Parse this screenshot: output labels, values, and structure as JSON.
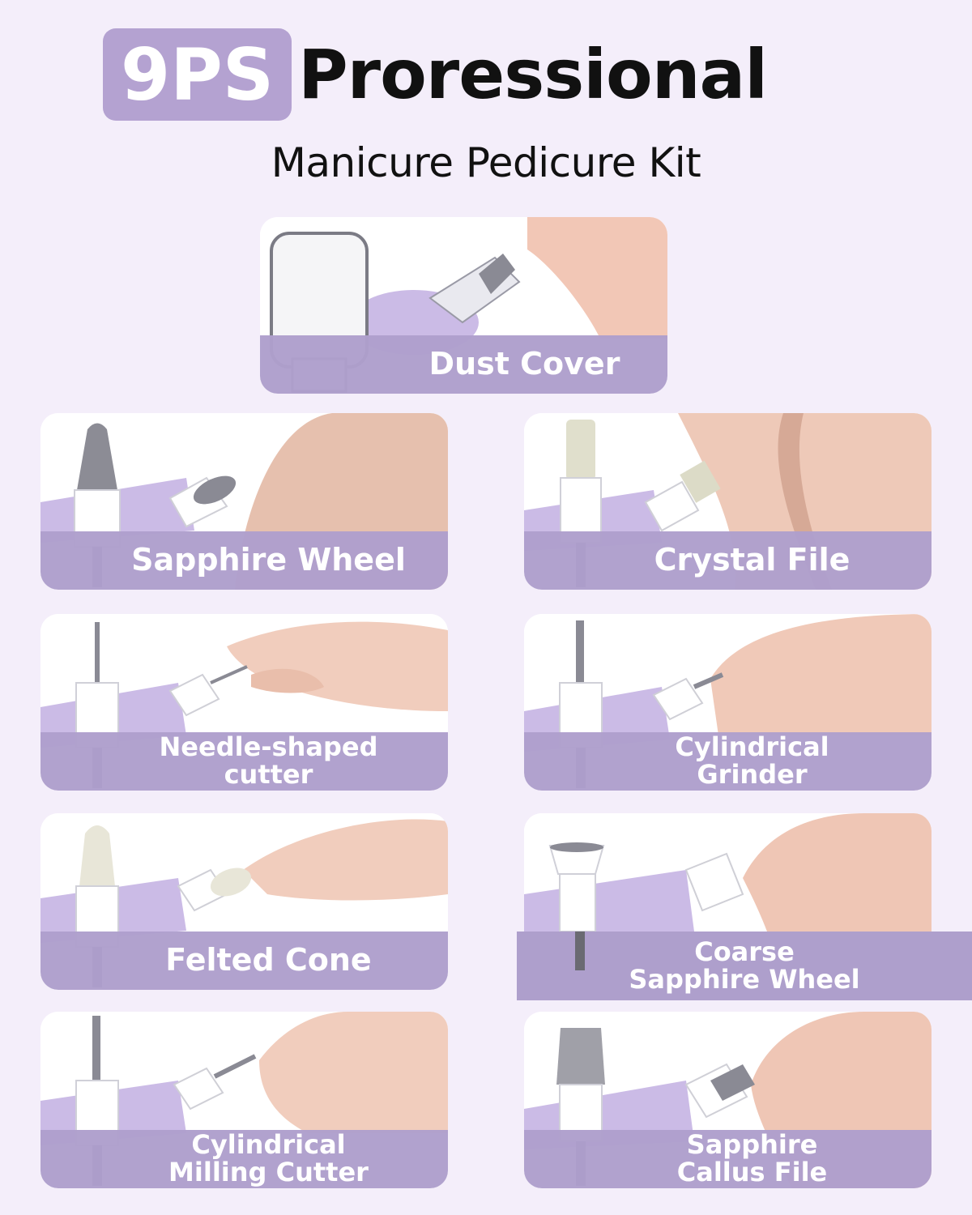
{
  "header": {
    "badge": "9PS",
    "title": "Proressional",
    "subtitle": "Manicure Pedicure Kit"
  },
  "cards": {
    "dust_cover": "Dust Cover",
    "sapphire_wheel": "Sapphire Wheel",
    "crystal_file": "Crystal File",
    "needle_cutter": {
      "line1": "Needle-shaped",
      "line2": "cutter"
    },
    "cylindrical_grinder": {
      "line1": "Cylindrical",
      "line2": "Grinder"
    },
    "felted_cone": "Felted Cone",
    "coarse_sapphire": {
      "line1": "Coarse",
      "line2": "Sapphire Wheel"
    },
    "cylindrical_milling": {
      "line1": "Cylindrical",
      "line2": "Milling Cutter"
    },
    "sapphire_callus": {
      "line1": "Sapphire",
      "line2": "Callus File"
    }
  },
  "colors": {
    "background": "#f4eefa",
    "accent": "#ae9fcc",
    "badge": "#b4a2d1",
    "device": "#cbbbe6",
    "skin": "#f0c9b8"
  }
}
